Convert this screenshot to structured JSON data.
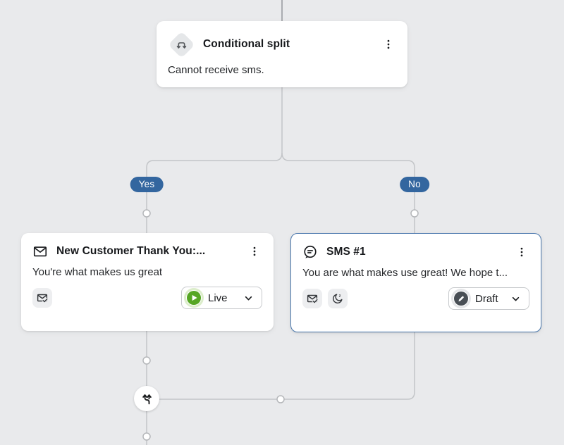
{
  "flow": {
    "conditional_split": {
      "title": "Conditional split",
      "description": "Cannot receive sms."
    },
    "branches": {
      "yes_label": "Yes",
      "no_label": "No"
    },
    "email_node": {
      "title": "New Customer Thank You:...",
      "preview": "You're what makes us great",
      "status_label": "Live"
    },
    "sms_node": {
      "title": "SMS #1",
      "preview": "You are what makes use great! We hope t...",
      "status_label": "Draft"
    }
  },
  "icons": {
    "conditional_split": "split-arrows-icon",
    "node_menu": "kebab-menu-icon",
    "email_node": "envelope-icon",
    "sms_node": "sms-bubble-icon",
    "delivery": "envelope-check-icon",
    "quiet_hours": "quiet-hours-moon-icon",
    "live_status": "play-circle-icon",
    "draft_status": "pencil-circle-icon",
    "status_dropdown": "chevron-down-icon",
    "merge_paths": "merge-arrows-icon"
  },
  "colors": {
    "canvas_bg": "#e9eaec",
    "connector_line": "#c3c5c8",
    "badge_blue": "#33669f",
    "selected_card_border": "#4c79ae",
    "live_green": "#56a624",
    "live_ring": "#dcedcb",
    "draft_gray": "#494f55",
    "card_bg": "#ffffff"
  }
}
